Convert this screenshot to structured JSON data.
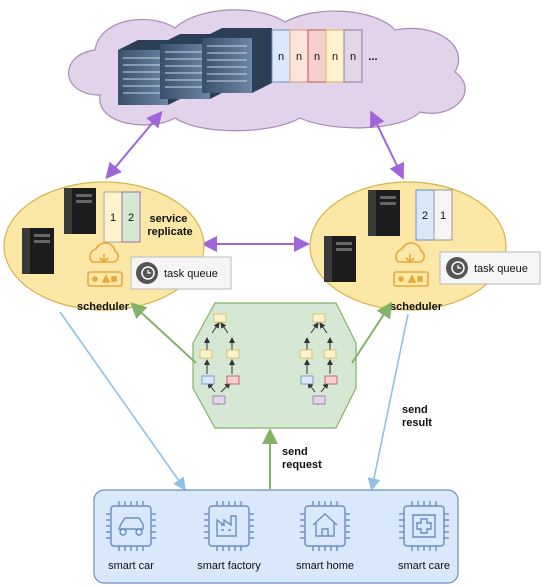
{
  "cloud": {
    "queue_cells": [
      "n",
      "n",
      "n",
      "n",
      "n"
    ],
    "queue_more": "..."
  },
  "left_cluster": {
    "replica_slots": [
      "1",
      "2"
    ],
    "service_label": "service\nreplicate",
    "task_queue_label": "task queue",
    "scheduler_label": "scheduler"
  },
  "right_cluster": {
    "replica_slots": [
      "2",
      "1"
    ],
    "task_queue_label": "task queue",
    "scheduler_label": "scheduler"
  },
  "labels": {
    "send_request": "send\nrequest",
    "send_result": "send\nresult"
  },
  "devices": [
    {
      "label": "smart car",
      "icon": "car-chip-icon"
    },
    {
      "label": "smart factory",
      "icon": "factory-chip-icon"
    },
    {
      "label": "smart home",
      "icon": "home-chip-icon"
    },
    {
      "label": "smart care",
      "icon": "medical-chip-icon"
    }
  ],
  "colors": {
    "cloud_fill": "#e3d3ea",
    "cluster_fill": "#fbe8a6",
    "cluster_stroke": "#d8b24f",
    "dag_fill": "#d5e8d4",
    "dag_stroke": "#82b366",
    "device_panel": "#dae8fc",
    "device_stroke": "#6c8ebf",
    "purple_arrow": "#a066d8",
    "green_arrow": "#82b366",
    "blue_arrow": "#8fc1e8"
  }
}
